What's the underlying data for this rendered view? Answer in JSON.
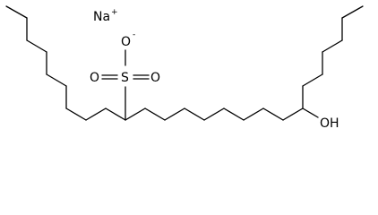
{
  "molecule": {
    "counter_ion": {
      "symbol": "Na",
      "charge": "+"
    },
    "sulfonate": {
      "sulfur": "S",
      "oxygen_top": "O",
      "oxygen_top_charge": "-",
      "oxygen_left": "O",
      "oxygen_right": "O"
    },
    "hydroxyl": {
      "label": "OH"
    }
  }
}
